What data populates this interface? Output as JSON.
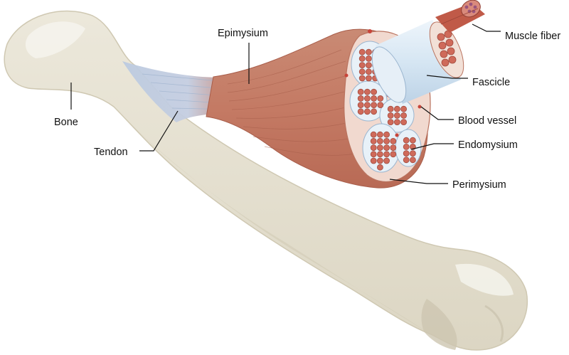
{
  "diagram": {
    "labels": {
      "muscle_fiber": "Muscle fiber",
      "epimysium": "Epimysium",
      "fascicle": "Fascicle",
      "blood_vessel": "Blood vessel",
      "endomysium": "Endomysium",
      "perimysium": "Perimysium",
      "bone": "Bone",
      "tendon": "Tendon"
    },
    "colors": {
      "bone": "#e6e2d3",
      "bone_shade": "#d3ccb7",
      "bone_highlight": "#f4f2ea",
      "tendon": "#b9c9df",
      "muscle": "#c97d68",
      "muscle_dark": "#b36a56",
      "perimysium": "#f1d9cf",
      "fascicle_fill": "#dbeaf5",
      "fiber": "#cf6a5a",
      "fiber_dark": "#a14a3e",
      "endomysium_fill": "#e9f1f8"
    }
  }
}
